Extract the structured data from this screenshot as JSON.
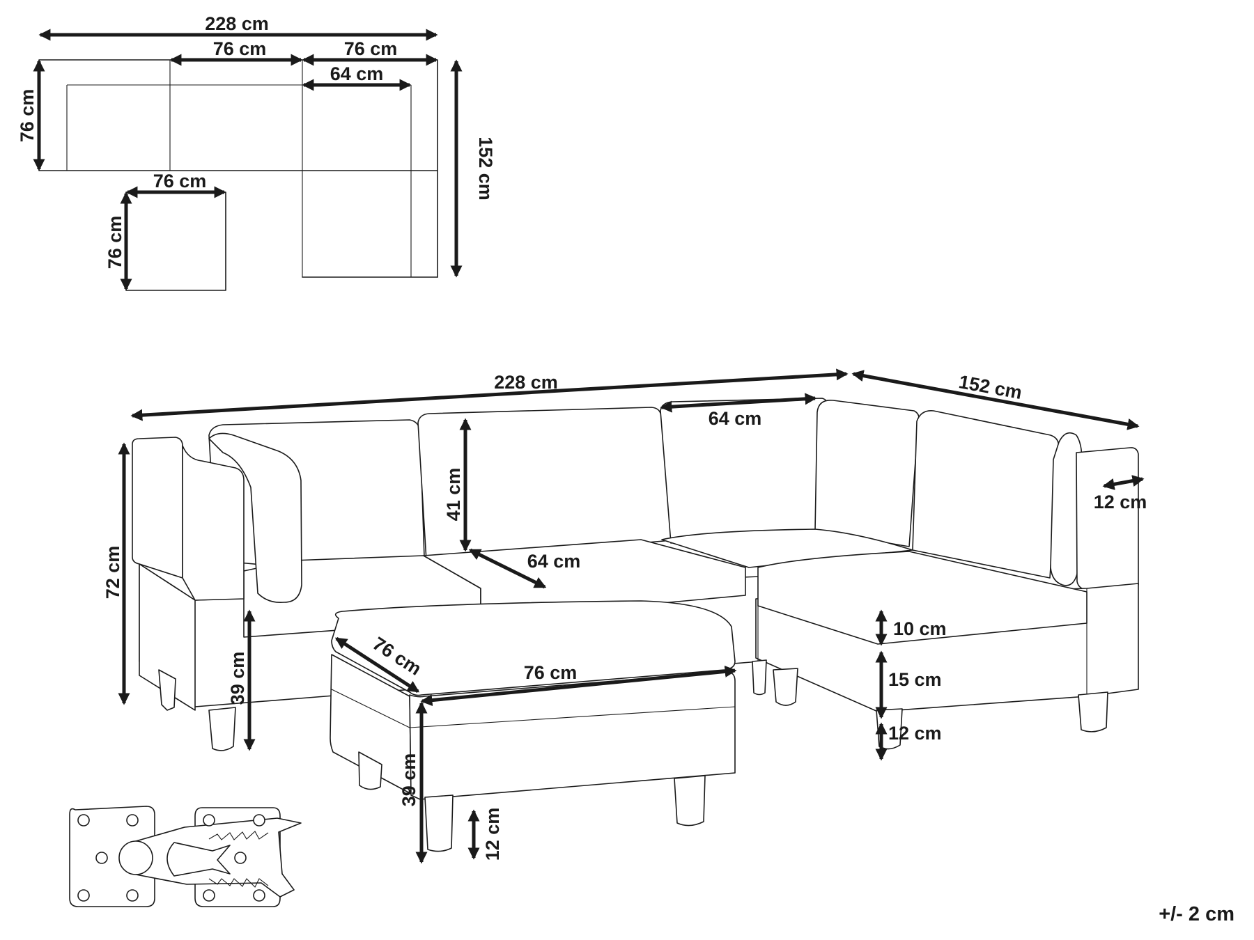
{
  "floorplan": {
    "total_width": "228 cm",
    "seat_width": "76 cm",
    "corner_width": "76 cm",
    "chaise_seat_width": "64 cm",
    "section_depth": "76 cm",
    "total_depth": "152 cm",
    "ottoman_width": "76 cm",
    "ottoman_depth": "76 cm"
  },
  "perspective": {
    "total_width": "228 cm",
    "total_depth": "152 cm",
    "seat_width": "64 cm",
    "backrest_height": "41 cm",
    "seat_depth": "64 cm",
    "total_height": "72 cm",
    "seat_height": "39 cm",
    "armrest_width": "12 cm",
    "cushion_thickness": "10 cm",
    "base_height": "15 cm",
    "leg_height": "12 cm",
    "ottoman_depth": "76 cm",
    "ottoman_width": "76 cm",
    "ottoman_height": "39 cm",
    "ottoman_leg_height": "12 cm"
  },
  "tolerance": "+/- 2 cm"
}
